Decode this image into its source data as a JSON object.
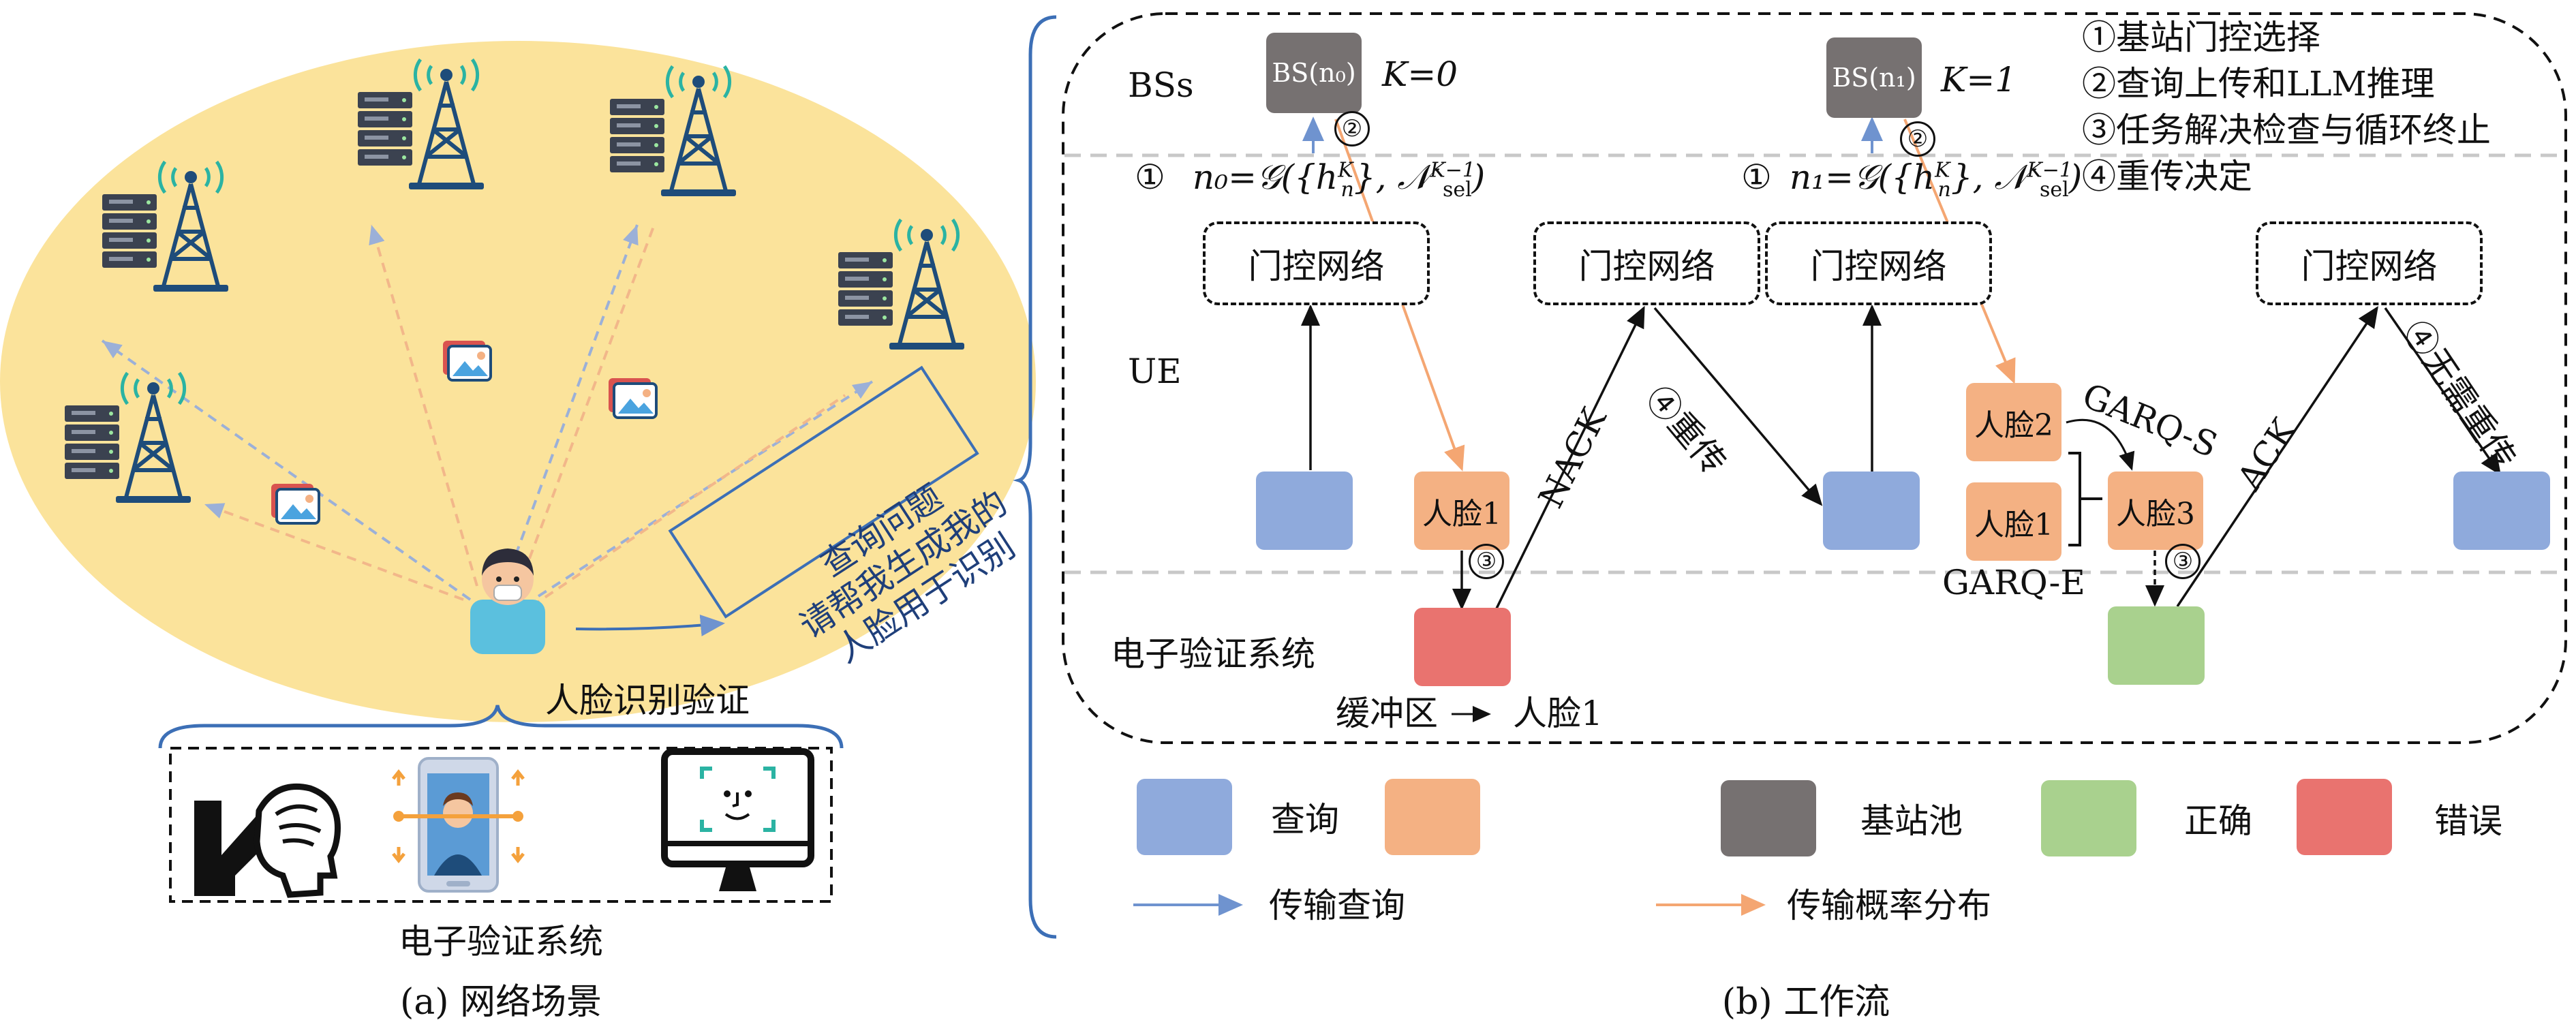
{
  "left_panel": {
    "query_callout": [
      "查询问题",
      "请帮我生成我的",
      "人脸用于识别"
    ],
    "user_caption": "人脸识别验证",
    "system_caption": "电子验证系统",
    "panel_caption": "(a) 网络场景",
    "icons": [
      "server-rack-icon",
      "cell-tower-icon",
      "image-stack-icon",
      "user-avatar-icon",
      "head-profile-icon",
      "phone-face-scan-icon",
      "monitor-face-id-icon"
    ]
  },
  "right_panel": {
    "lanes": {
      "bs": "BSs",
      "ue": "UE",
      "eval": "电子验证系统"
    },
    "steps": [
      "①基站门控选择",
      "②查询上传和LLM推理",
      "③任务解决检查与循环终止",
      "④重传决定"
    ],
    "bs0": {
      "label": "BS(n₀)",
      "k": "K=0"
    },
    "bs1": {
      "label": "BS(n₁)",
      "k": "K=1"
    },
    "formula0": {
      "num": "①",
      "text": "n₀=𝒢({h",
      "sup": "K",
      "sub": "n",
      "tail": "}, 𝒩",
      "sup2": "K−1",
      "sub2": "sel",
      "end": ")"
    },
    "formula1": {
      "num": "①",
      "text": "n₁=𝒢({h",
      "sup": "K",
      "sub": "n",
      "tail": "}, 𝒩",
      "sup2": "K−1",
      "sub2": "sel",
      "end": ")"
    },
    "gate_label": "门控网络",
    "face1": "人脸1",
    "face2": "人脸2",
    "face3": "人脸3",
    "nack": "NACK",
    "ack": "ACK",
    "retransmit": "④重传",
    "no_retransmit": "④无需重传",
    "garq_s": "GARQ-S",
    "garq_e": "GARQ-E",
    "circle2": "②",
    "circle3": "③",
    "buffer": "缓冲区",
    "buffer_content": "人脸1",
    "panel_caption": "(b) 工作流"
  },
  "legend": {
    "items": [
      {
        "label": "查询",
        "color": "#8faadc"
      },
      {
        "label": "",
        "color": "#f4b183"
      },
      {
        "label": "基站池",
        "color": "#767171"
      },
      {
        "label": "正确",
        "color": "#a9d18e"
      },
      {
        "label": "错误",
        "color": "#e9736f"
      }
    ],
    "lines": [
      {
        "label": "传输查询",
        "color": "#6f93cf"
      },
      {
        "label": "传输概率分布",
        "color": "#f4a672"
      }
    ]
  },
  "colors": {
    "ellipse": "#fbe39b",
    "query": "#8faadc",
    "face": "#f4b183",
    "bs": "#767171",
    "correct": "#a9d18e",
    "error": "#e9736f",
    "brace": "#3c6fb6"
  }
}
